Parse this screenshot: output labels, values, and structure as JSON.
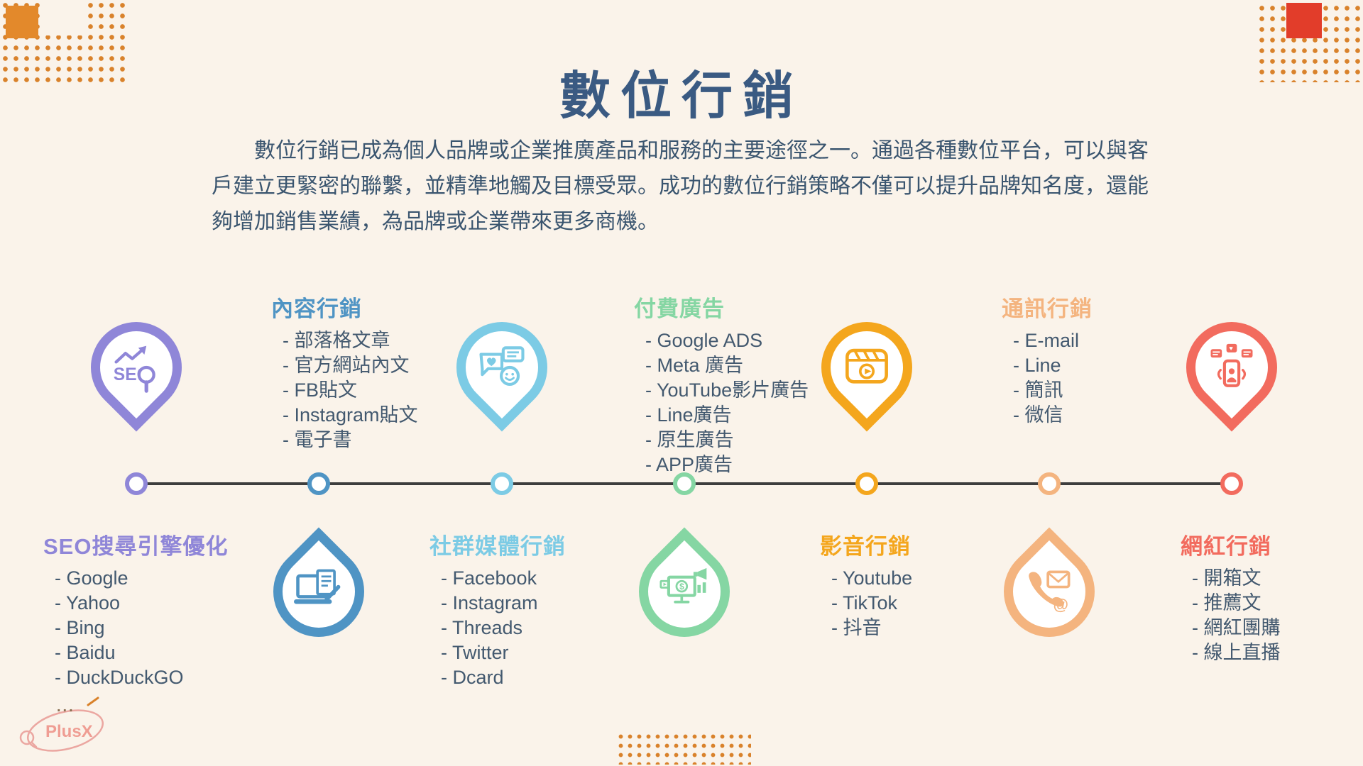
{
  "header": {
    "title": "數位行銷",
    "intro": "數位行銷已成為個人品牌或企業推廣產品和服務的主要途徑之一。通過各種數位平台，可以與客戶建立更緊密的聯繫，並精準地觸及目標受眾。成功的數位行銷策略不僅可以提升品牌知名度，還能夠增加銷售業績，為品牌或企業帶來更多商機。"
  },
  "categories": [
    {
      "id": "seo",
      "title": "SEO搜尋引擎優化",
      "color": "#8f86d8",
      "icon": "seo-search-icon",
      "items": [
        "- Google",
        "- Yahoo",
        "- Bing",
        "- Baidu",
        "- DuckDuckGO"
      ]
    },
    {
      "id": "content",
      "title": "內容行銷",
      "color": "#4f94c4",
      "icon": "laptop-writing-icon",
      "items": [
        "- 部落格文章",
        "- 官方網站內文",
        "- FB貼文",
        "- Instagram貼文",
        "- 電子書"
      ]
    },
    {
      "id": "social",
      "title": "社群媒體行銷",
      "color": "#7ccbe5",
      "icon": "chat-bubbles-icon",
      "items": [
        "- Facebook",
        "- Instagram",
        "- Threads",
        "- Twitter",
        "- Dcard"
      ]
    },
    {
      "id": "paid",
      "title": "付費廣告",
      "color": "#85d6a3",
      "icon": "ads-money-icon",
      "items": [
        "- Google ADS",
        "- Meta 廣告",
        "- YouTube影片廣告",
        "- Line廣告",
        "- 原生廣告",
        "- APP廣告"
      ]
    },
    {
      "id": "video",
      "title": "影音行銷",
      "color": "#f4a61d",
      "icon": "video-clapper-icon",
      "items": [
        "- Youtube",
        "- TikTok",
        "- 抖音"
      ]
    },
    {
      "id": "messaging",
      "title": "通訊行銷",
      "color": "#f4b47f",
      "icon": "phone-mail-icon",
      "items": [
        "- E-mail",
        "- Line",
        "- 簡訊",
        "- 微信"
      ]
    },
    {
      "id": "influencer",
      "title": "網紅行銷",
      "color": "#f26b5e",
      "icon": "influencer-phone-icon",
      "items": [
        "- 開箱文",
        "- 推薦文",
        "- 網紅團購",
        "- 線上直播"
      ]
    }
  ],
  "icons": {
    "seo_label": "SEO",
    "dollar": "$",
    "at_symbol": "@",
    "heart": "♥"
  },
  "logo": {
    "dots": "...",
    "text": "PlusX"
  },
  "palette": {
    "background": "#faf3ea",
    "title_text": "#3a5a82",
    "body_text": "#43596f",
    "timeline_line": "#3d3d3d",
    "dot_pattern": "#d9822b",
    "corner_square_top_left": "#e3892b",
    "corner_square_top_right": "#e23d2a"
  }
}
